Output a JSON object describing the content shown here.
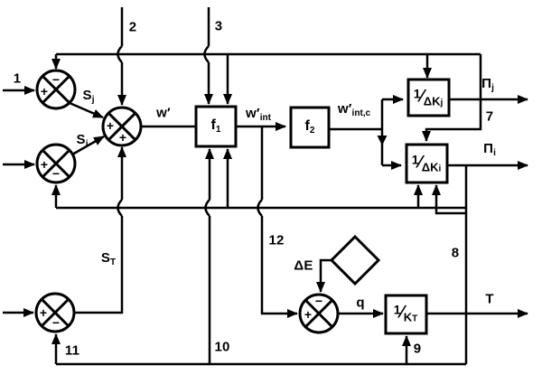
{
  "colors": {
    "ink": "#000000",
    "paper": "#ffffff"
  },
  "inputs": {
    "n1": "1",
    "n2": "2",
    "n3": "3"
  },
  "wires": {
    "n7": "7",
    "n8": "8",
    "n9": "9",
    "n10": "10",
    "n11": "11",
    "n12": "12"
  },
  "signals": {
    "sj": {
      "base": "S",
      "sub": "j"
    },
    "si": {
      "base": "S",
      "sub": "i"
    },
    "st": {
      "base": "S",
      "sub": "T"
    },
    "wp": {
      "base": "w′"
    },
    "wint": {
      "base": "w′",
      "sub": "int"
    },
    "wintc": {
      "base": "w′",
      "sub": "int,c"
    },
    "pij": {
      "base": "Π",
      "sub": "j"
    },
    "pii": {
      "base": "Π",
      "sub": "i"
    },
    "de": {
      "base": "ΔE"
    },
    "q": {
      "base": "q"
    },
    "t": {
      "base": "T"
    }
  },
  "blocks": {
    "f1": {
      "base": "f",
      "sub": "1"
    },
    "f2": {
      "base": "f",
      "sub": "2"
    },
    "kj": {
      "num": "1",
      "slash": "⁄",
      "den": "ΔK",
      "sub": "j"
    },
    "ki": {
      "num": "1",
      "slash": "⁄",
      "den": "ΔK",
      "sub": "i"
    },
    "kt": {
      "num": "1",
      "slash": "⁄",
      "den": "K",
      "sub": "T"
    }
  },
  "signs": {
    "j1_top": "−",
    "j1_left": "+",
    "j2_left": "+",
    "j2_bottom": "−",
    "j3_left": "+",
    "j3_bottom": "+",
    "j4_left": "+",
    "j4_bottom": "−",
    "j5_top": "−",
    "j5_left": "+"
  }
}
